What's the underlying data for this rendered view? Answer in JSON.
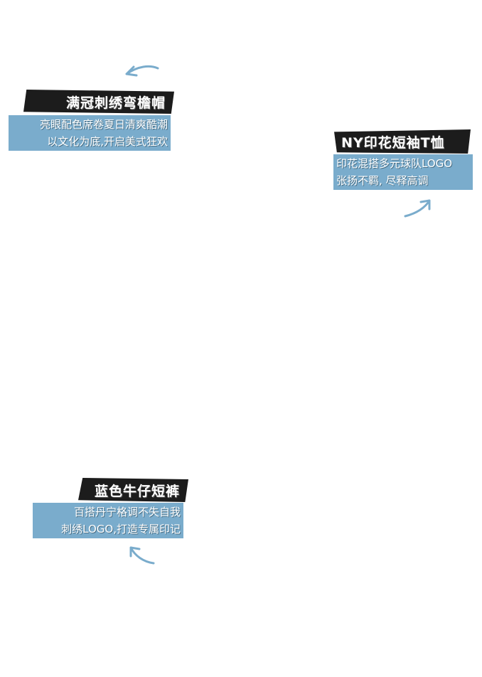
{
  "cards": [
    {
      "title": "满冠刺绣弯檐帽",
      "lines": [
        "亮眼配色席卷夏日清爽酷潮",
        "以文化为底,开启美式狂欢"
      ]
    },
    {
      "title": "NY印花短袖T恤",
      "lines": [
        "印花混搭多元球队LOGO",
        "张扬不羁, 尽释高调"
      ]
    },
    {
      "title": "蓝色牛仔短裤",
      "lines": [
        "百搭丹宁格调不失自我",
        "刺绣LOGO,打造专属印记"
      ]
    }
  ],
  "colors": {
    "accent": "#7aaccc",
    "tape": "#1c1c1c"
  }
}
